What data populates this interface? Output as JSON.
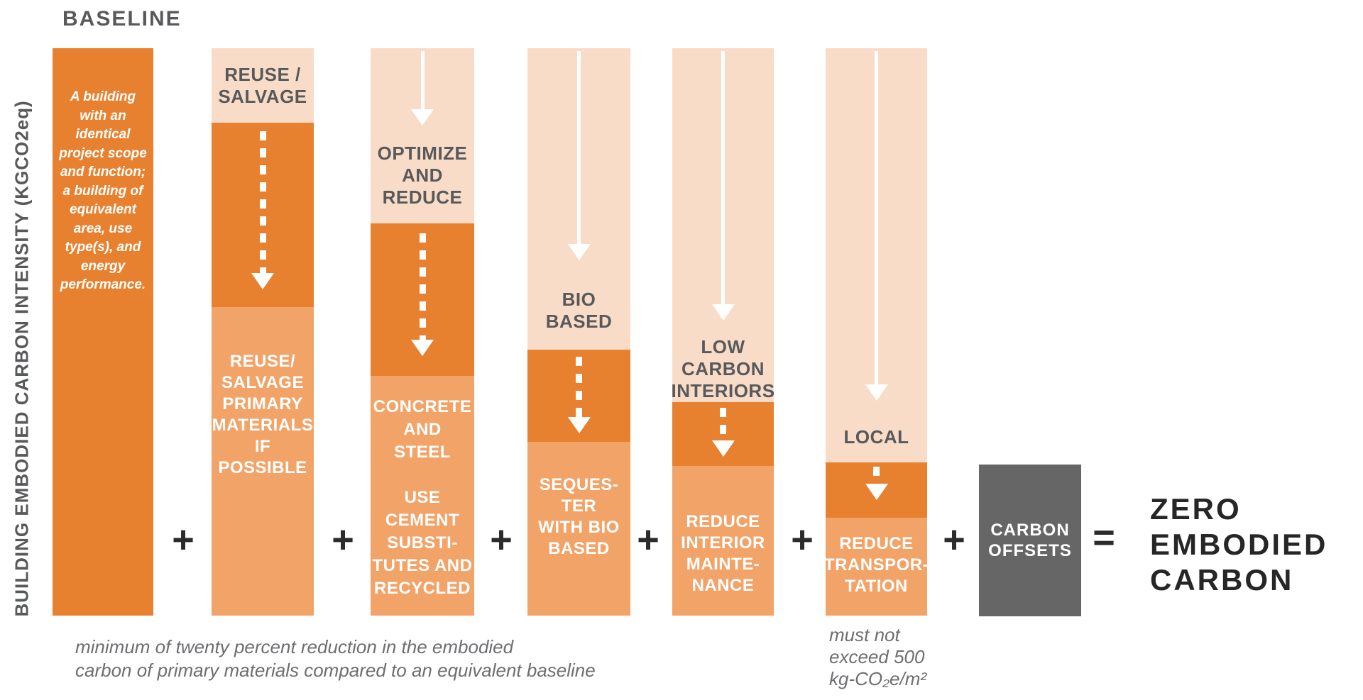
{
  "axis": {
    "y_label": "BUILDING EMBODIED CARBON INTENSITY (KGCO2eq)"
  },
  "header": {
    "baseline_label": "BASELINE"
  },
  "colors": {
    "orange": "#E8812F",
    "light_orange": "#F2A368",
    "peach": "#F9DCC8",
    "grey_box": "#666666",
    "label_grey": "#58595B",
    "dark_text": "#2B2B2B",
    "footnote_grey": "#6D6E71",
    "white": "#FFFFFF"
  },
  "bars": [
    {
      "id": "baseline",
      "header": "",
      "body": "A building\nwith an\nidentical\nproject scope\nand function;\na building of\nequivalent\narea, use\ntype(s), and\nenergy\nperformance."
    },
    {
      "id": "reuse-salvage",
      "header": "REUSE /\nSALVAGE",
      "body": "REUSE/\nSALVAGE\nPRIMARY\nMATERIALS\nIF\nPOSSIBLE"
    },
    {
      "id": "optimize-reduce",
      "header": "OPTIMIZE\nAND\nREDUCE",
      "body": "CONCRETE\nAND\nSTEEL\n\nUSE\nCEMENT\nSUBSTI-\nTUTES AND\nRECYCLED"
    },
    {
      "id": "bio-based",
      "header": "BIO\nBASED",
      "body": "SEQUES-\nTER\nWITH BIO\nBASED"
    },
    {
      "id": "low-carbon-interiors",
      "header": "LOW\nCARBON\nINTERIORS",
      "body": "REDUCE\nINTERIOR\nMAINTE-\nNANCE"
    },
    {
      "id": "local",
      "header": "LOCAL",
      "body": "REDUCE\nTRANSPOR-\nTATION"
    }
  ],
  "operators": {
    "plus": "+",
    "equals": "="
  },
  "offsets_box": {
    "label": "CARBON\nOFFSETS"
  },
  "result": {
    "label": "ZERO\nEMBODIED\nCARBON"
  },
  "footnotes": {
    "reduction": "minimum of twenty percent reduction in the embodied\ncarbon of primary materials compared to an equivalent baseline",
    "local": "must not\nexceed 500\nkg-CO₂e/m²"
  }
}
